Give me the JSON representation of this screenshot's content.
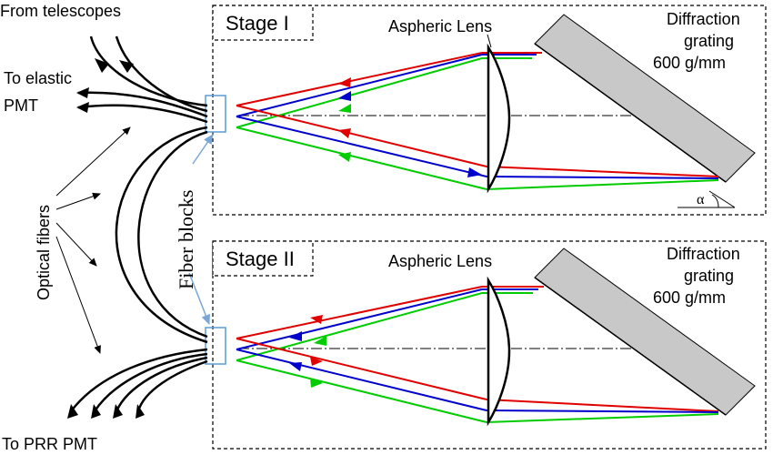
{
  "labels": {
    "from_telescopes": "From telescopes",
    "to_elastic_line1": "To elastic",
    "to_elastic_line2": "PMT",
    "optical_fibers": "Optical fibers",
    "fiber_blocks": "Fiber blocks",
    "to_prr": "To PRR PMT",
    "alpha": "α"
  },
  "stages": [
    {
      "title": "Stage I",
      "lens_label": "Aspheric Lens",
      "grating_line1": "Diffraction",
      "grating_line2": "grating",
      "grating_line3": "600 g/mm"
    },
    {
      "title": "Stage II",
      "lens_label": "Aspheric Lens",
      "grating_line1": "Diffraction",
      "grating_line2": "grating",
      "grating_line3": "600 g/mm"
    }
  ],
  "colors": {
    "red": "#e00000",
    "blue": "#0000cc",
    "green": "#00cc00",
    "grating_fill": "#c8c8c8",
    "fiber_block": "#5b9bd5",
    "fiber_block_arrow": "#7aa6d6"
  }
}
